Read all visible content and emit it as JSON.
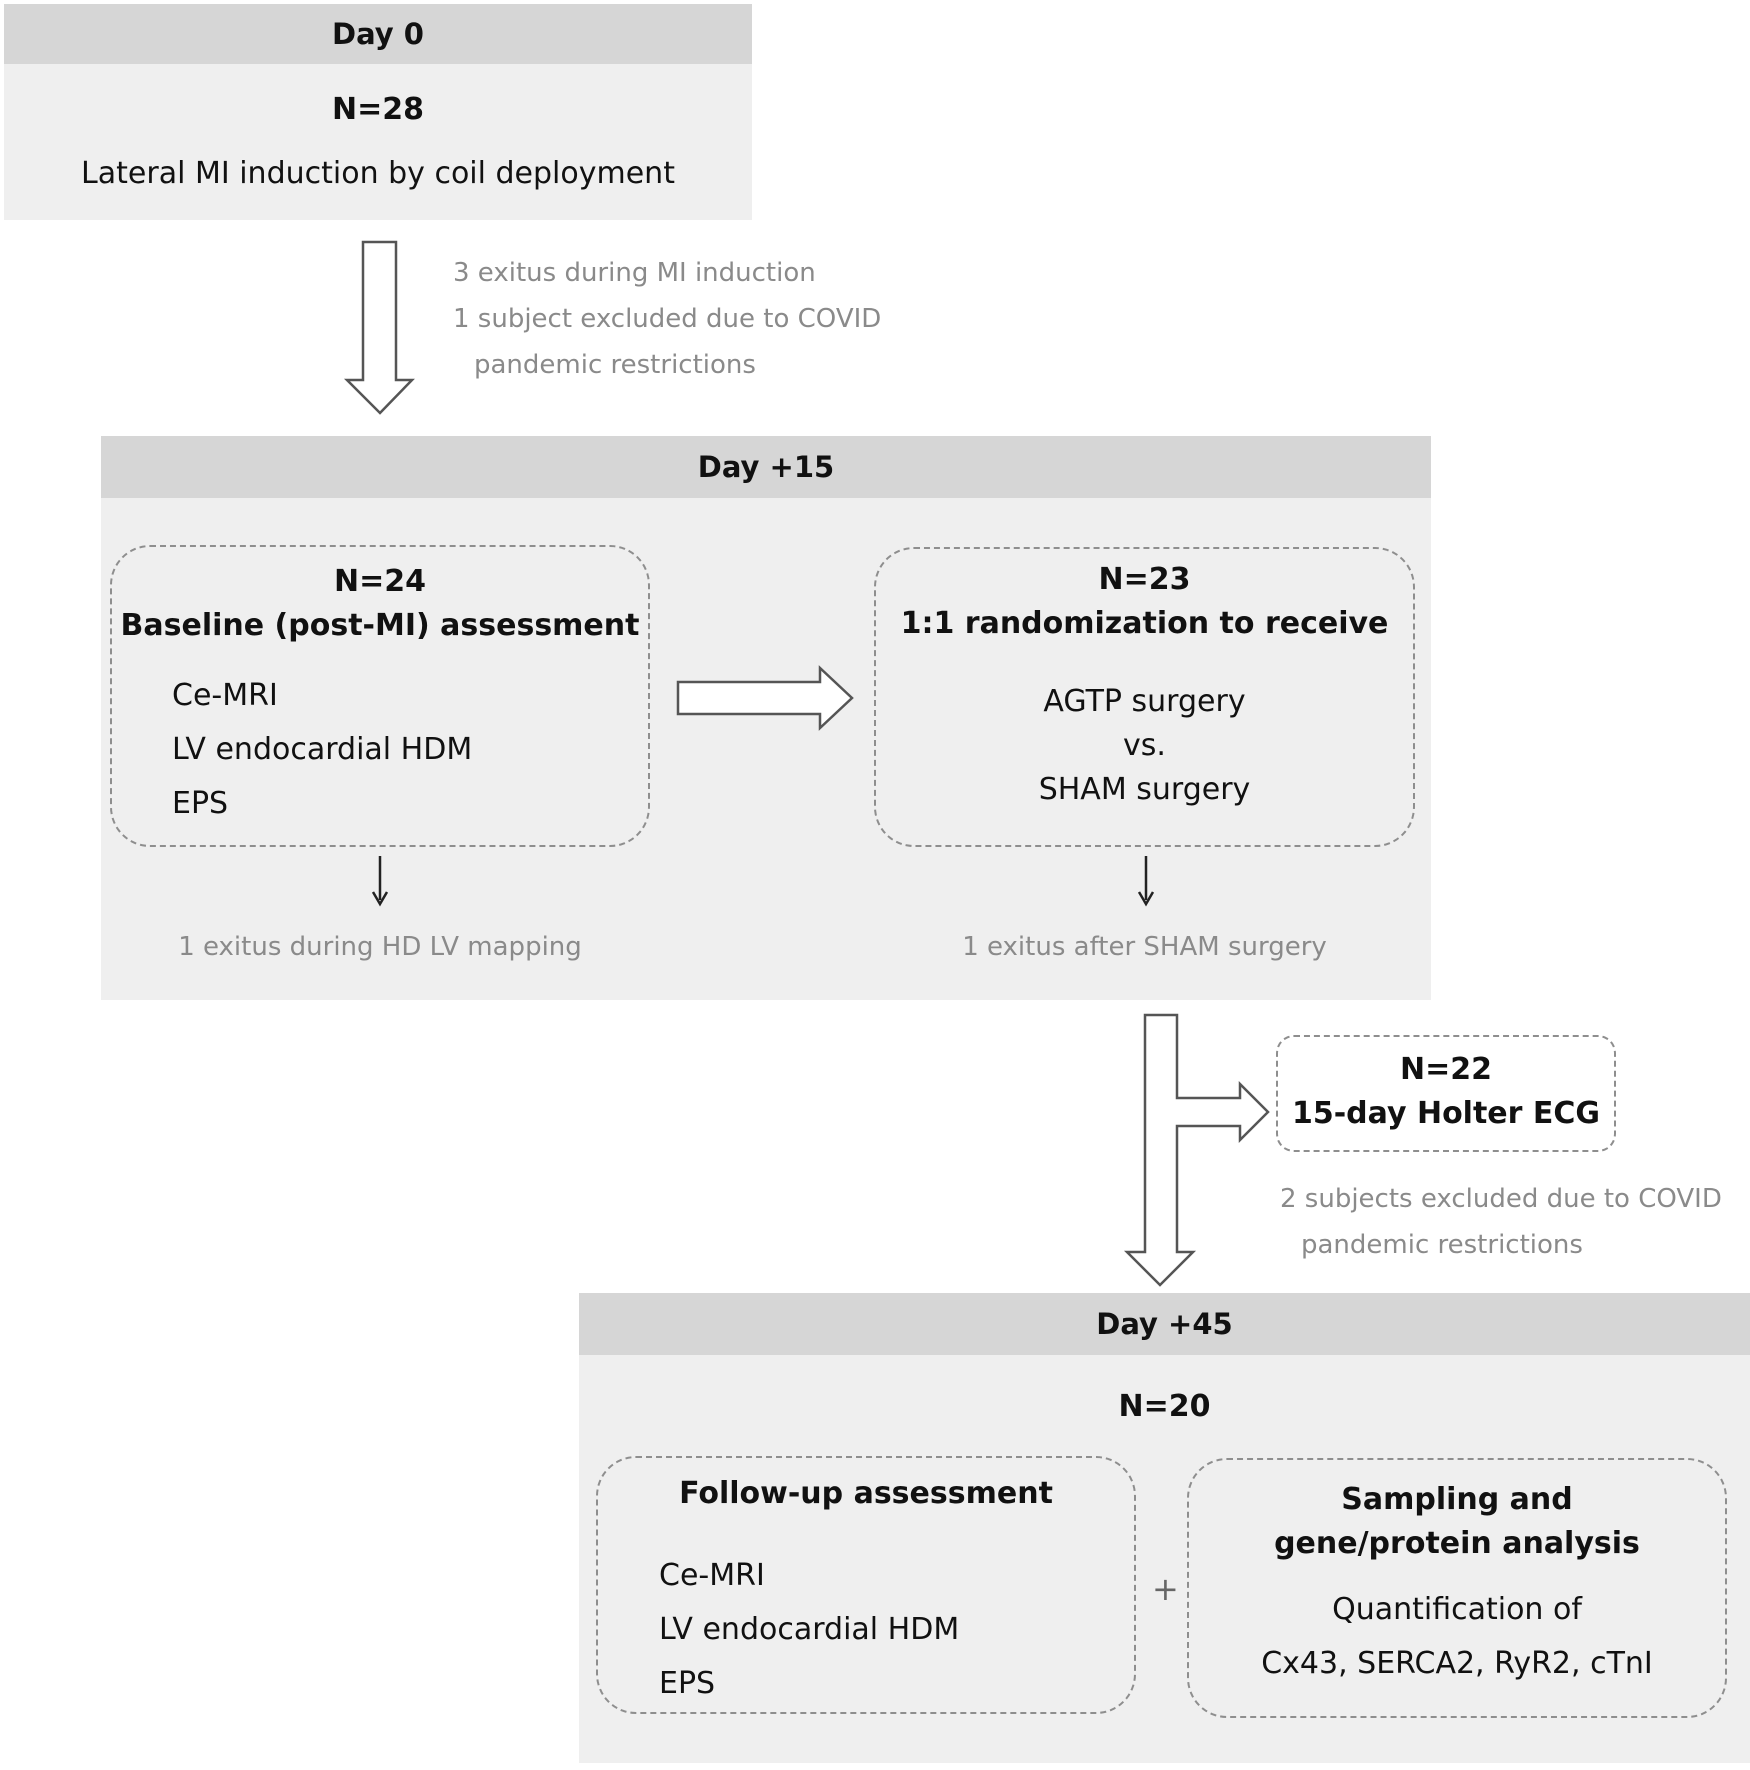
{
  "day0": {
    "header": "Day 0",
    "n": "N=28",
    "procedure": "Lateral MI induction by coil deployment"
  },
  "transition1": {
    "note1": "3 exitus during MI induction",
    "note2": "1 subject excluded due to COVID",
    "note3": "pandemic restrictions"
  },
  "day15": {
    "header": "Day +15",
    "baseline": {
      "n": "N=24",
      "title": "Baseline (post-MI) assessment",
      "items": [
        "Ce-MRI",
        "LV endocardial HDM",
        "EPS"
      ],
      "exit_note": "1 exitus during HD LV mapping"
    },
    "randomization": {
      "n": "N=23",
      "title": "1:1 randomization to receive",
      "line1": "AGTP surgery",
      "line2": "vs.",
      "line3": "SHAM surgery",
      "exit_note": "1 exitus after SHAM surgery"
    }
  },
  "holter": {
    "n": "N=22",
    "title": "15-day Holter ECG",
    "note1": "2 subjects excluded due to COVID",
    "note2": "pandemic restrictions"
  },
  "day45": {
    "header": "Day +45",
    "n": "N=20",
    "followup": {
      "title": "Follow-up assessment",
      "items": [
        "Ce-MRI",
        "LV endocardial HDM",
        "EPS"
      ]
    },
    "plus": "+",
    "sampling": {
      "title1": "Sampling and",
      "title2": "gene/protein analysis",
      "line1": "Quantification of",
      "line2": "Cx43, SERCA2,  RyR2, cTnI"
    }
  }
}
